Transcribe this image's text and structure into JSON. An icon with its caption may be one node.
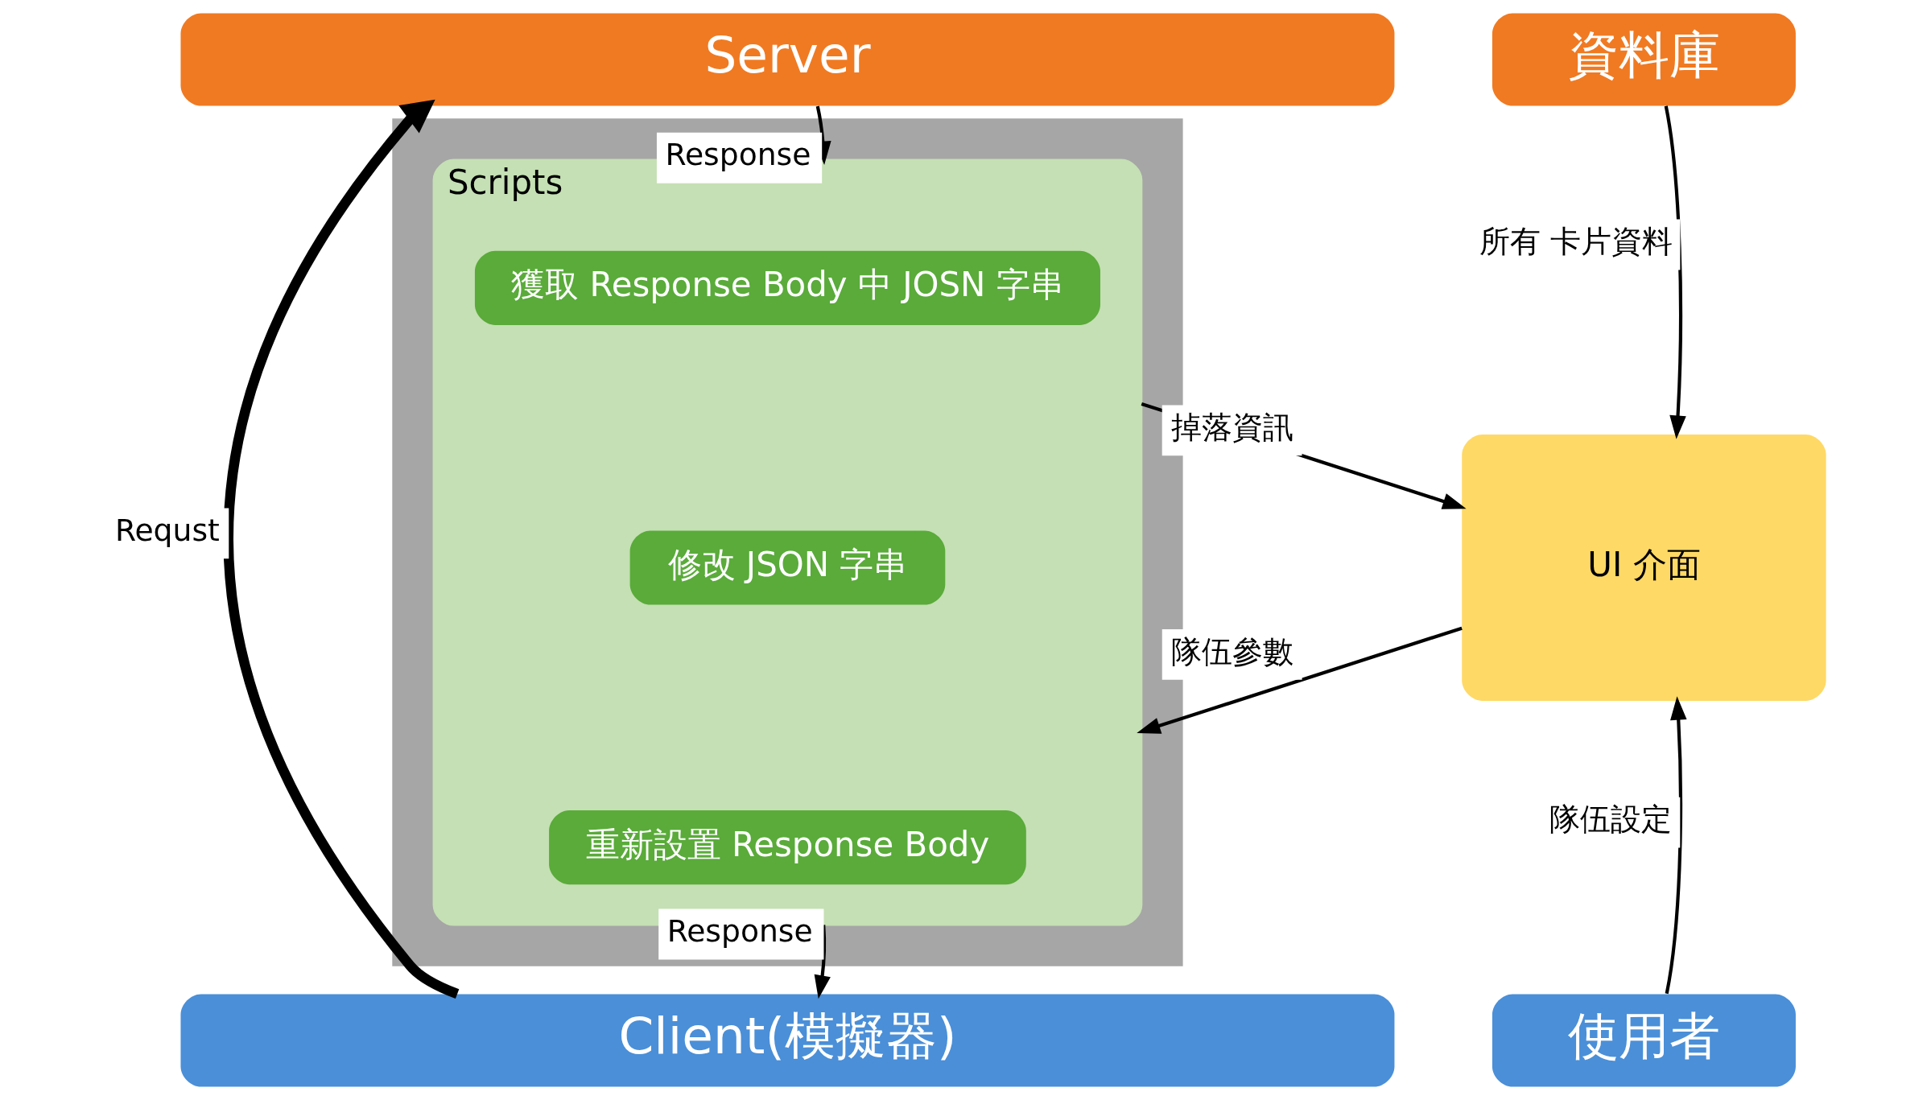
{
  "diagram": {
    "nodes": [
      {
        "text": [
          "Server"
        ]
      },
      {
        "text": [
          "資料庫"
        ]
      },
      {
        "text": [],
        "shape": "box"
      },
      {
        "text": [
          "Scripts"
        ],
        "in": 2
      },
      {
        "text": [
          "獲取 Response Body 中 JOSN 字串"
        ],
        "in": 3
      },
      {
        "text": [
          "修改 JSON 字串"
        ],
        "in": 3
      },
      {
        "text": [
          "重新設置 Response Body"
        ],
        "in": 3
      },
      {
        "text": [
          "UI 介面"
        ]
      },
      {
        "text": [
          "Client(模擬器)"
        ]
      },
      {
        "text": [
          "使用者"
        ]
      }
    ],
    "edges": [
      {
        "from": 8,
        "to": 0,
        "arrow": "to",
        "label": "Requst",
        "style": "thick",
        "color": "#000000"
      },
      {
        "from": 0,
        "to": 3,
        "arrow": "to",
        "label": "Response"
      },
      {
        "from": 3,
        "to": 8,
        "arrow": "to",
        "label": "Response"
      },
      {
        "from": 1,
        "to": 7,
        "arrow": "to",
        "label": "所有 卡片資料"
      },
      {
        "from": 3,
        "to": 7,
        "arrow": "to",
        "label": "掉落資訊"
      },
      {
        "from": 7,
        "to": 3,
        "arrow": "to",
        "label": "隊伍參數"
      },
      {
        "from": 9,
        "to": 7,
        "arrow": "to",
        "label": "隊伍設定"
      }
    ]
  }
}
